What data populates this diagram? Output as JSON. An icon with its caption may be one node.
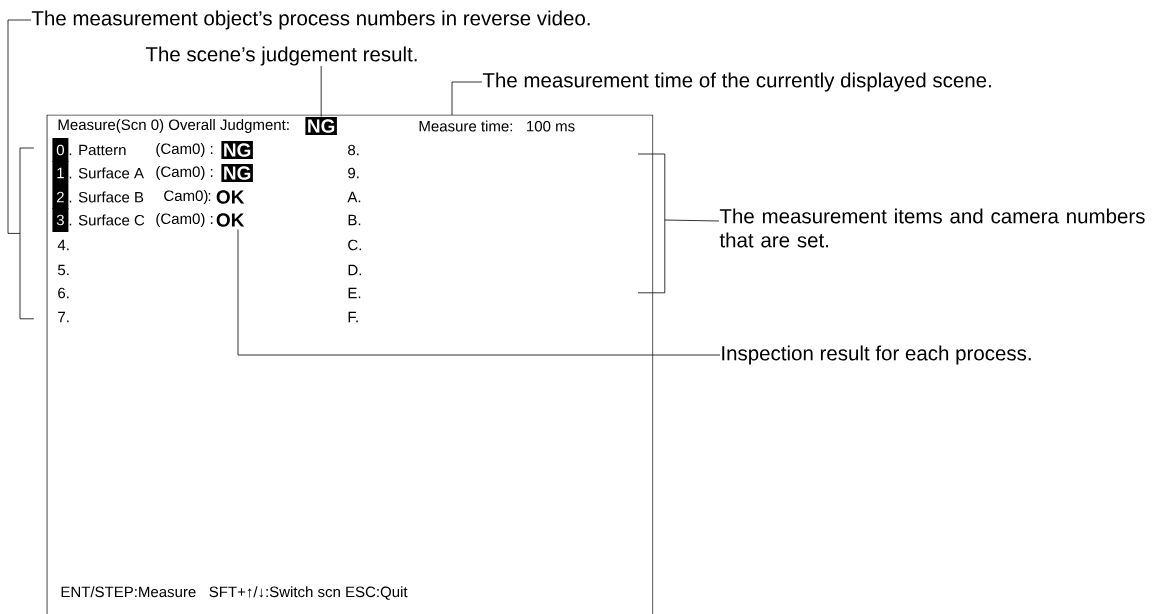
{
  "diagram": {
    "nodes": [
      {
        "text": [
          "The measurement object’s process numbers in reverse video."
        ]
      },
      {
        "text": [
          "The scene’s judgement result."
        ]
      },
      {
        "text": [
          "The measurement time of the currently displayed scene."
        ]
      },
      {
        "text": [
          "The measurement items and camera numbers that are set."
        ]
      },
      {
        "text": [
          "Inspection result for each process."
        ]
      },
      {
        "text": [
          "Measure(Scn 0) Overall Judgment:",
          "Measure time:   100 ms",
          "ENT/STEP:Measure   SFT+↑/↓:Switch scn ESC:Quit"
        ]
      },
      {
        "text": [
          "NG"
        ],
        "in": 5
      },
      {
        "text": [
          "NG"
        ],
        "in": 5
      },
      {
        "text": [
          "NG"
        ],
        "in": 5
      },
      {
        "text": [
          "OK"
        ],
        "in": 5
      },
      {
        "text": [
          "OK"
        ],
        "in": 5
      },
      {
        "text": [],
        "shape": "bracket"
      },
      {
        "text": [],
        "shape": "bracket"
      }
    ],
    "edges": [
      {
        "from": 0,
        "to": 11,
        "arrow": "none"
      },
      {
        "from": 1,
        "to": 6,
        "arrow": "none"
      },
      {
        "from": 2,
        "to": 5,
        "arrow": "none"
      },
      {
        "from": 3,
        "to": 12,
        "arrow": "none"
      },
      {
        "from": 4,
        "to": 10,
        "arrow": "none"
      }
    ],
    "labels": [
      "0",
      ". Pattern",
      "(Cam0) :",
      "8.",
      "1",
      ". Surface A",
      "(Cam0) :",
      "9.",
      "2",
      ". Surface B",
      "Cam0)",
      ":",
      "A.",
      "3",
      ". Surface C",
      "(Cam0) :",
      "B.",
      "4.",
      "C.",
      "5.",
      "D.",
      "6.",
      "E.",
      "7.",
      "F."
    ]
  }
}
